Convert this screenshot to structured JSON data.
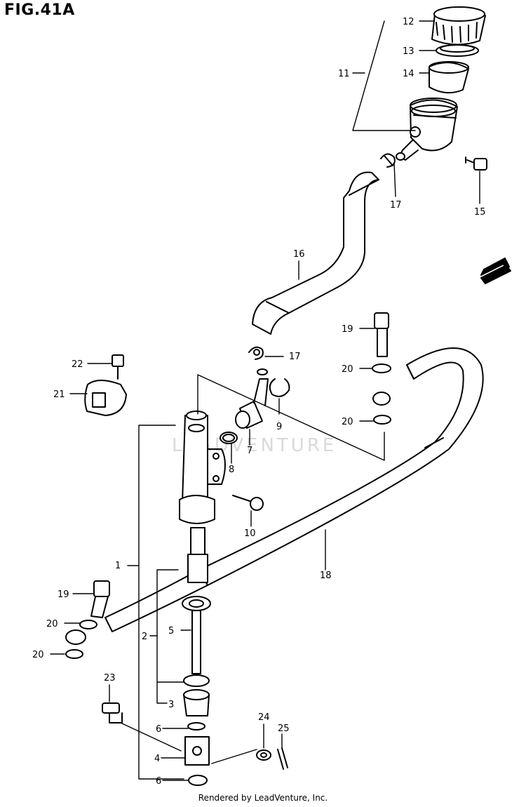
{
  "figure_title": "FIG.41A",
  "footer": "Rendered by LeadVenture, Inc.",
  "watermark": "LEADVENTURE",
  "fwd_label": "FWD",
  "callouts": [
    {
      "id": "c12",
      "label": "12"
    },
    {
      "id": "c13",
      "label": "13"
    },
    {
      "id": "c14",
      "label": "14"
    },
    {
      "id": "c11",
      "label": "11"
    },
    {
      "id": "c17a",
      "label": "17"
    },
    {
      "id": "c15",
      "label": "15"
    },
    {
      "id": "c16",
      "label": "16"
    },
    {
      "id": "c17b",
      "label": "17"
    },
    {
      "id": "c19a",
      "label": "19"
    },
    {
      "id": "c20a",
      "label": "20"
    },
    {
      "id": "c20b",
      "label": "20"
    },
    {
      "id": "c22",
      "label": "22"
    },
    {
      "id": "c21",
      "label": "21"
    },
    {
      "id": "c9",
      "label": "9"
    },
    {
      "id": "c7",
      "label": "7"
    },
    {
      "id": "c8",
      "label": "8"
    },
    {
      "id": "c10",
      "label": "10"
    },
    {
      "id": "c18",
      "label": "18"
    },
    {
      "id": "c1",
      "label": "1"
    },
    {
      "id": "c19b",
      "label": "19"
    },
    {
      "id": "c20c",
      "label": "20"
    },
    {
      "id": "c20d",
      "label": "20"
    },
    {
      "id": "c2",
      "label": "2"
    },
    {
      "id": "c5",
      "label": "5"
    },
    {
      "id": "c3",
      "label": "3"
    },
    {
      "id": "c23",
      "label": "23"
    },
    {
      "id": "c6a",
      "label": "6"
    },
    {
      "id": "c24",
      "label": "24"
    },
    {
      "id": "c25",
      "label": "25"
    },
    {
      "id": "c4",
      "label": "4"
    },
    {
      "id": "c6b",
      "label": "6"
    }
  ]
}
